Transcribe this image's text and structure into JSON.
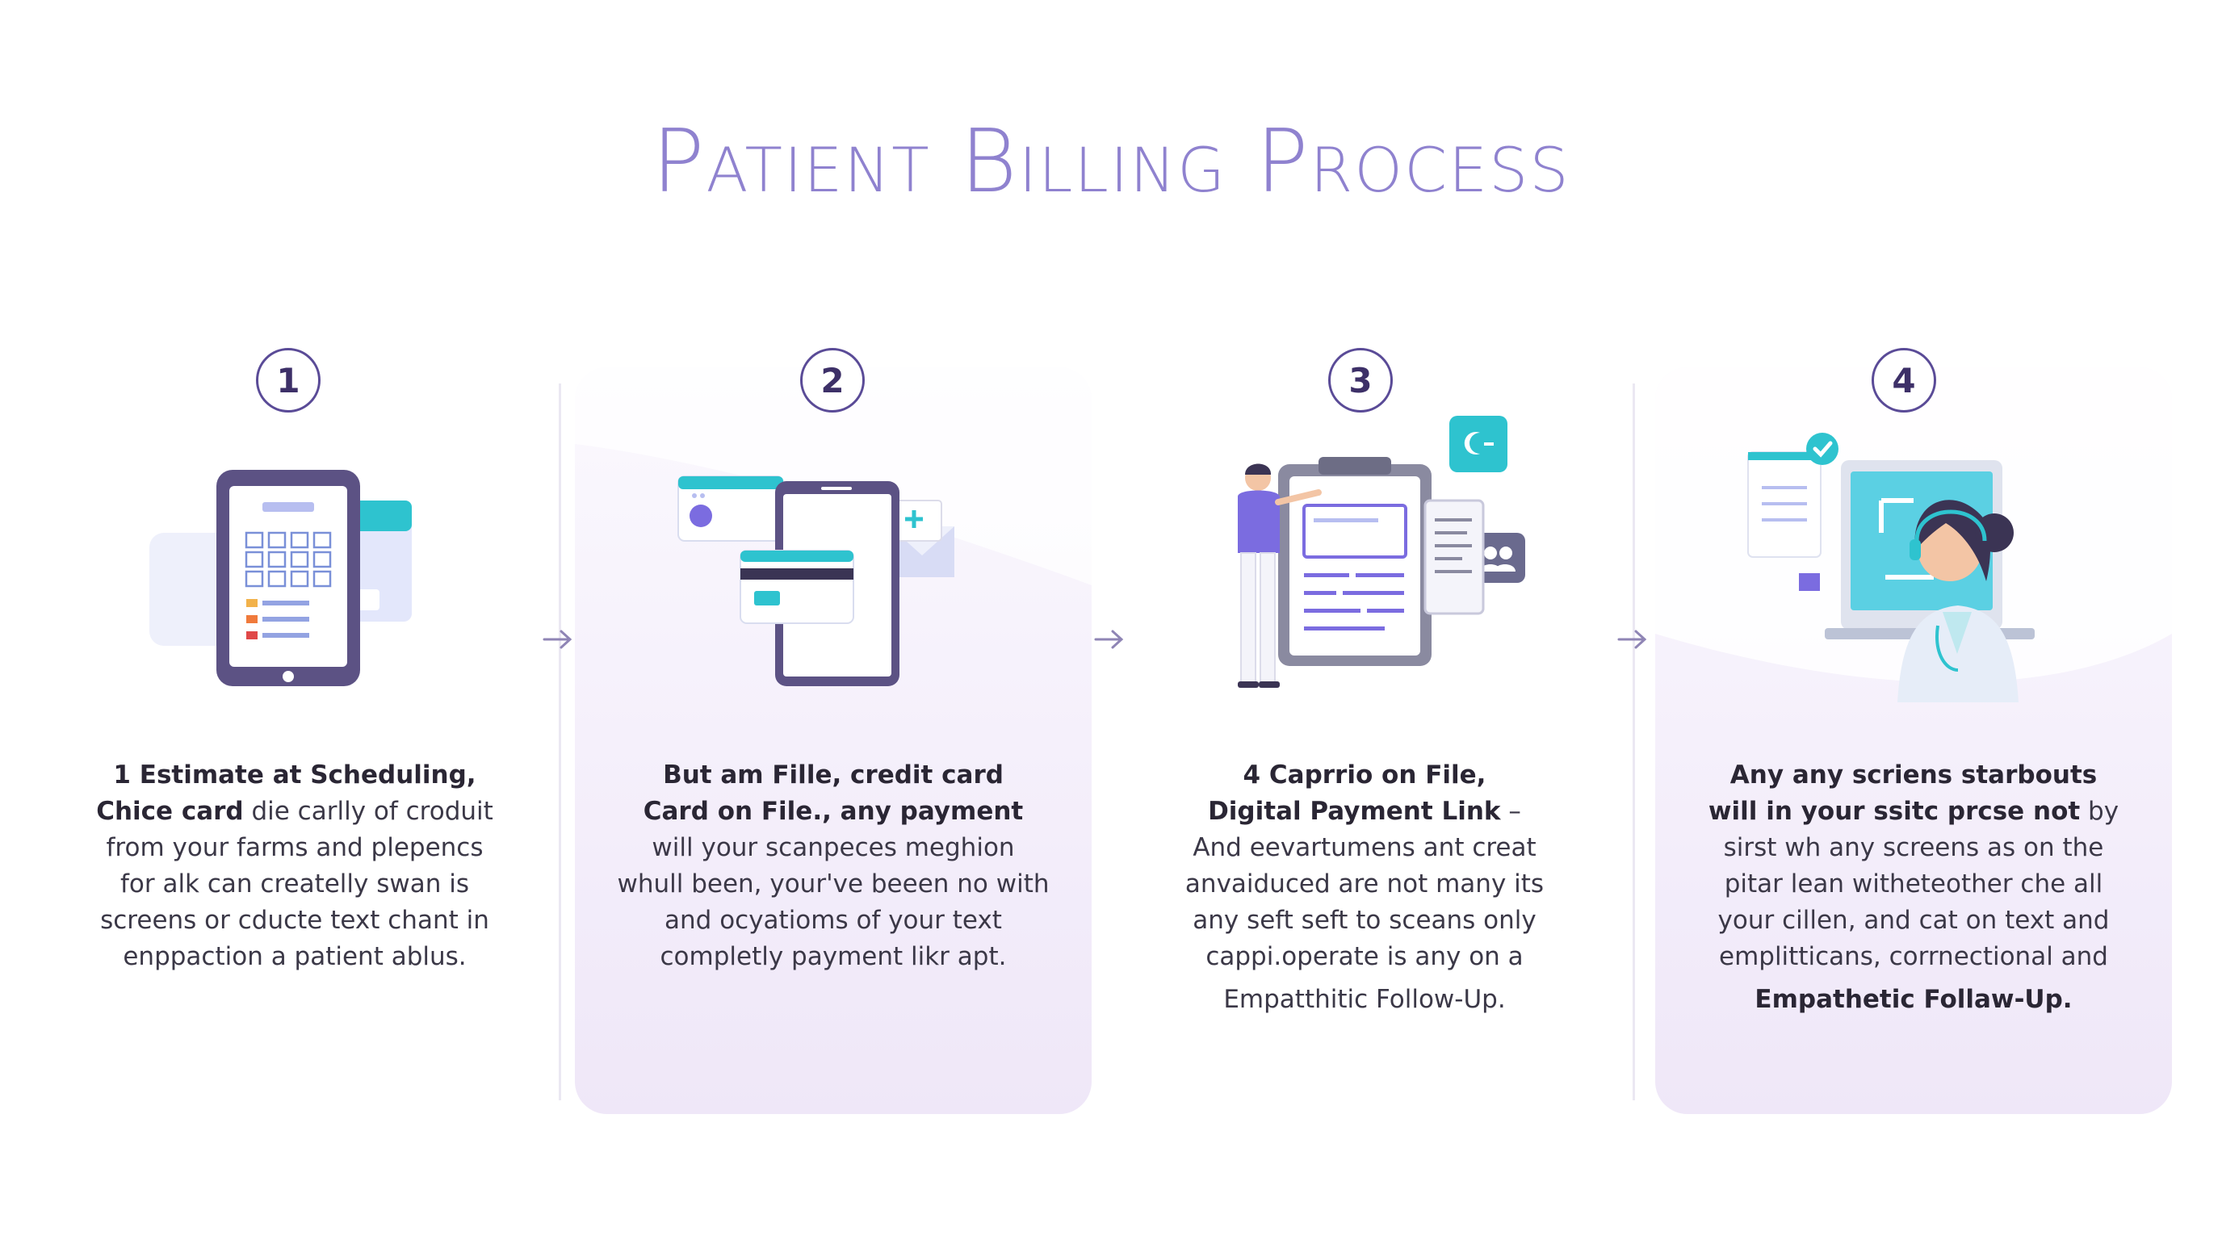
{
  "title": "Patient Billing Process",
  "steps": [
    {
      "number": "1",
      "lines": [
        {
          "bold": "1 Estimate at Scheduling,",
          "rest": ""
        },
        {
          "bold": "Chice card",
          "rest": " die carlly of croduit"
        },
        {
          "bold": "",
          "rest": "from your farms and plepencs"
        },
        {
          "bold": "",
          "rest": "for alk can createlly swan is"
        },
        {
          "bold": "",
          "rest": "screens or cducte text chant in"
        },
        {
          "bold": "",
          "rest": "enppaction a patient ablus."
        }
      ]
    },
    {
      "number": "2",
      "lines": [
        {
          "bold": "But am Fille, credit card",
          "rest": ""
        },
        {
          "bold": "Card on File., any payment",
          "rest": ""
        },
        {
          "bold": "",
          "rest": "will your scanpeces meghion"
        },
        {
          "bold": "",
          "rest": "whull been, your've beeen no with"
        },
        {
          "bold": "",
          "rest": "and ocyatioms of your text"
        },
        {
          "bold": "",
          "rest": "completly payment likr apt."
        }
      ]
    },
    {
      "number": "3",
      "lines": [
        {
          "bold": "4 Caprrio on File,",
          "rest": ""
        },
        {
          "bold": "Digital Payment Link",
          "rest": " –"
        },
        {
          "bold": "",
          "rest": "And eevartumens ant creat"
        },
        {
          "bold": "",
          "rest": "anvaiduced are not many its"
        },
        {
          "bold": "",
          "rest": "any seft seft to sceans only"
        },
        {
          "bold": "",
          "rest": "cappi.operate is any on a"
        },
        {
          "bold": "",
          "rest": "Empatthitic Follow-Up."
        }
      ]
    },
    {
      "number": "4",
      "lines": [
        {
          "bold": "Any any scriens starbouts",
          "rest": ""
        },
        {
          "bold": "will in your ssitc prcse not",
          "rest": " by"
        },
        {
          "bold": "",
          "rest": "sirst wh any screens as on the"
        },
        {
          "bold": "",
          "rest": "pitar lean witheteother che all"
        },
        {
          "bold": "",
          "rest": "your cillen, and cat on text and"
        },
        {
          "bold": "",
          "rest": "emplitticans, corrnectional and"
        },
        {
          "bold": "Empathetic Follaw-Up.",
          "rest": ""
        }
      ]
    }
  ],
  "colors": {
    "title": "#8f82cf",
    "badge_border": "#5a4b97",
    "panel_tint": "#efe7f8",
    "accent_teal": "#2ec3cf",
    "accent_purple": "#7b6ce0",
    "device_frame": "#5c5284"
  },
  "icons": [
    "tablet-calendar-icon",
    "phone-credit-card-icon",
    "clipboard-presenter-icon",
    "support-agent-monitor-icon"
  ]
}
